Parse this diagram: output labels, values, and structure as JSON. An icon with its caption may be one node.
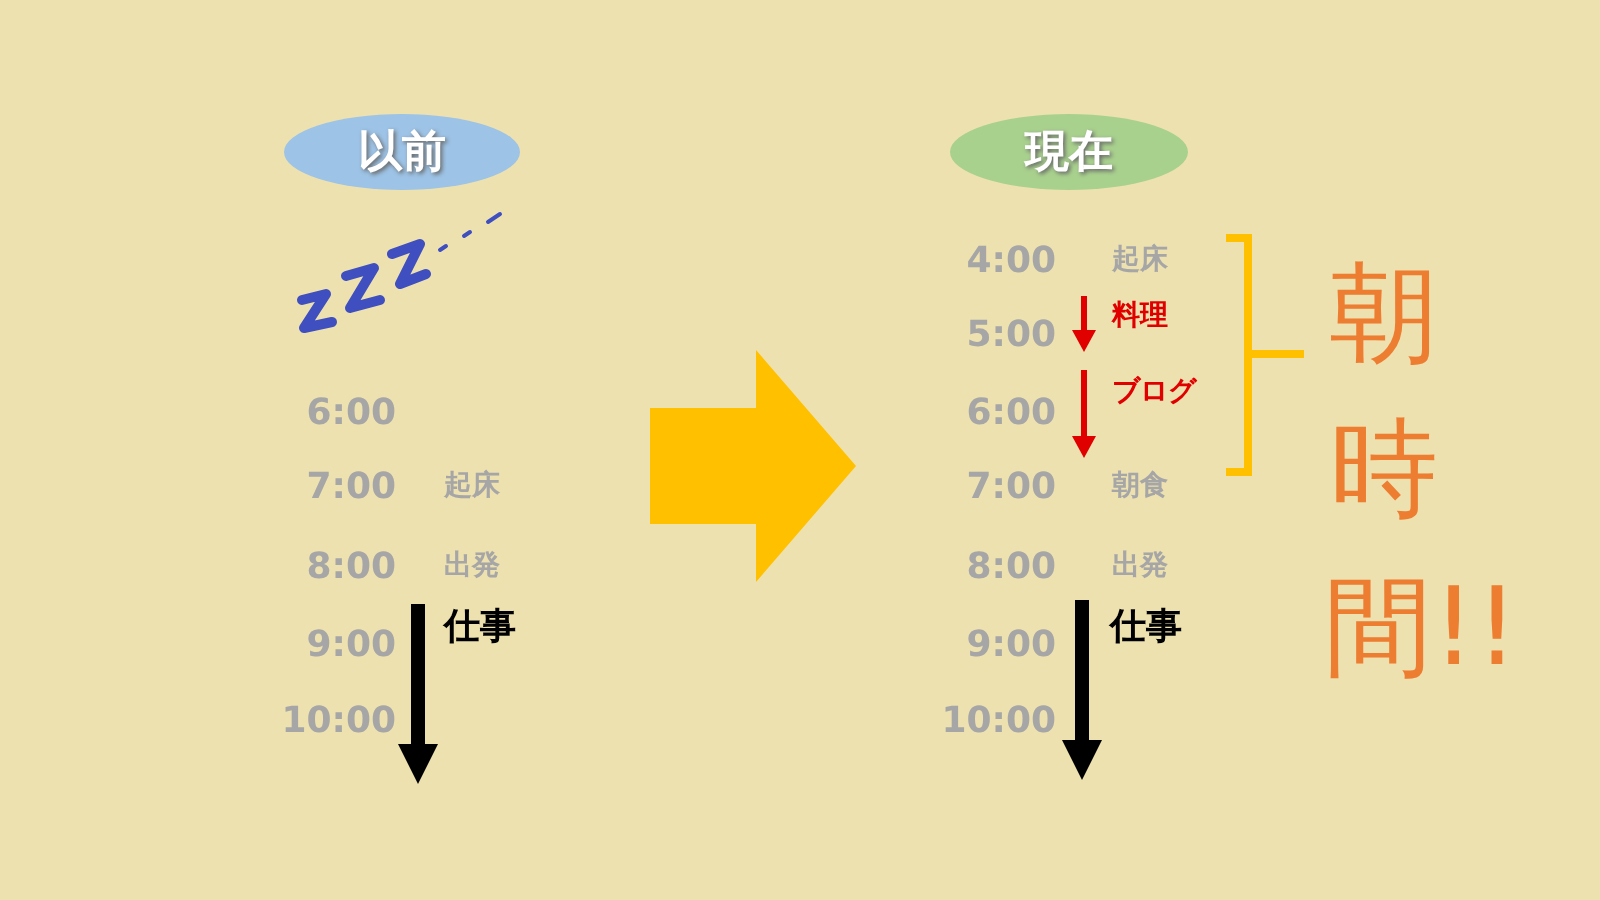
{
  "diagram": {
    "nodes": [
      {
        "text": [
          "以前"
        ]
      },
      {
        "text": [
          "現在"
        ]
      }
    ],
    "labels": [
      "6:00",
      "7:00",
      "起床",
      "8:00",
      "出発",
      "仕事",
      "9:00",
      "10:00",
      "4:00",
      "起床",
      "料理",
      "5:00",
      "ブログ",
      "6:00",
      "7:00",
      "朝食",
      "8:00",
      "出発",
      "仕事",
      "9:00",
      "10:00",
      "朝時間!!"
    ]
  }
}
